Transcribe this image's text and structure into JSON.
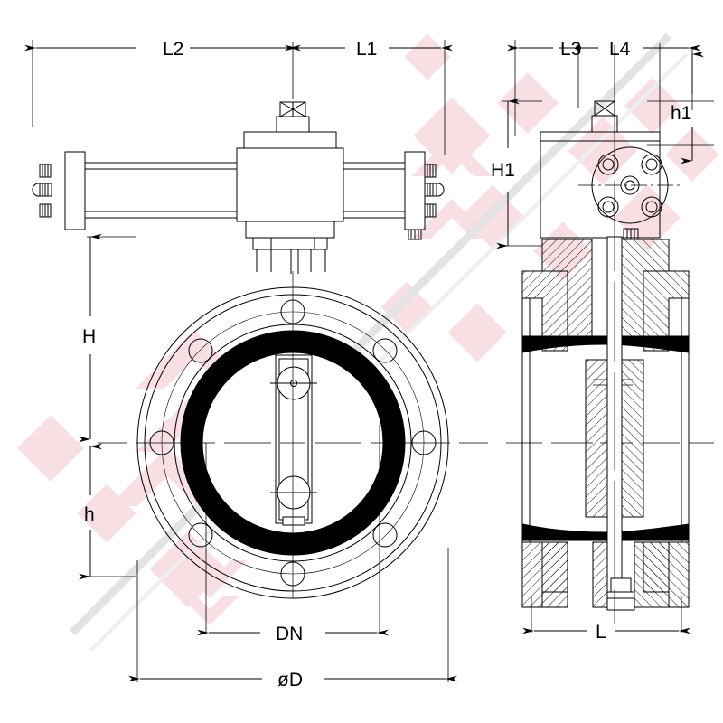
{
  "drawing": {
    "title": "Butterfly Valve with Pneumatic Double-Acting Actuator",
    "type": "engineering-dimension-drawing",
    "projection": "two-view: front elevation and side section",
    "background_color": "#ffffff",
    "line_color": "#000000",
    "fill_seat_color": "#000000",
    "watermark_color": "#f7dfe3",
    "watermark_stripe_color": "#e0e0e0"
  },
  "dimensions": {
    "L1": {
      "label": "L1",
      "view": "front-top",
      "orientation": "horizontal"
    },
    "L2": {
      "label": "L2",
      "view": "front-top",
      "orientation": "horizontal"
    },
    "L3": {
      "label": "L3",
      "view": "side-top",
      "orientation": "horizontal"
    },
    "L4": {
      "label": "L4",
      "view": "side-top",
      "orientation": "horizontal"
    },
    "H": {
      "label": "H",
      "view": "front-left",
      "orientation": "vertical"
    },
    "h": {
      "label": "h",
      "view": "front-left",
      "orientation": "vertical"
    },
    "H1": {
      "label": "H1",
      "view": "side-left",
      "orientation": "vertical"
    },
    "h1": {
      "label": "h1",
      "view": "side-right",
      "orientation": "vertical"
    },
    "DN": {
      "label": "DN",
      "view": "front-bottom",
      "orientation": "horizontal"
    },
    "OD": {
      "label": "øD",
      "view": "front-bottom",
      "orientation": "horizontal"
    },
    "L": {
      "label": "L",
      "view": "side-bottom",
      "orientation": "horizontal"
    }
  },
  "front_view": {
    "name": "front-elevation",
    "components": {
      "actuator_cylinder_left": "pneumatic-cylinder-left",
      "actuator_cylinder_right": "pneumatic-cylinder-right",
      "gearbox_housing": "central-gearbox-housing",
      "position_indicator": "crosshatched-square-indicator",
      "valve_flange": "wafer-flange-face",
      "bolt_holes_count": 8,
      "seat_ring": "elastomer-seat-ring",
      "disc": "butterfly-disc",
      "stem_bolts_count": 2
    }
  },
  "side_view": {
    "name": "side-section",
    "components": {
      "mounting_flange": "iso-mounting-flange",
      "mounting_bolts_count": 4,
      "stem": "valve-stem",
      "body_section": "hatched-body-section",
      "seat_section": "seat-ring-section",
      "disc_section": "hatched-disc-section"
    }
  }
}
